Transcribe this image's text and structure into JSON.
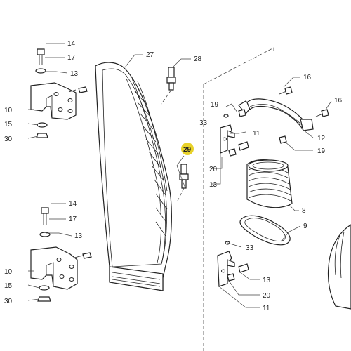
{
  "callouts": {
    "c14a": "14",
    "c17a": "17",
    "c13a": "13",
    "c10a": "10",
    "c15a": "15",
    "c30a": "30",
    "c27": "27",
    "c28": "28",
    "c29": "29",
    "c14b": "14",
    "c17b": "17",
    "c13b": "13",
    "c10b": "10",
    "c15b": "15",
    "c30b": "30",
    "c16a": "16",
    "c16b": "16",
    "c19a": "19",
    "c19b": "19",
    "c33a": "33",
    "c11a": "11",
    "c12": "12",
    "c20a": "20",
    "c13c": "13",
    "c8": "8",
    "c9": "9",
    "c33b": "33",
    "c13d": "13",
    "c20b": "20",
    "c11b": "11"
  },
  "highlight_color": "#e8d22a"
}
